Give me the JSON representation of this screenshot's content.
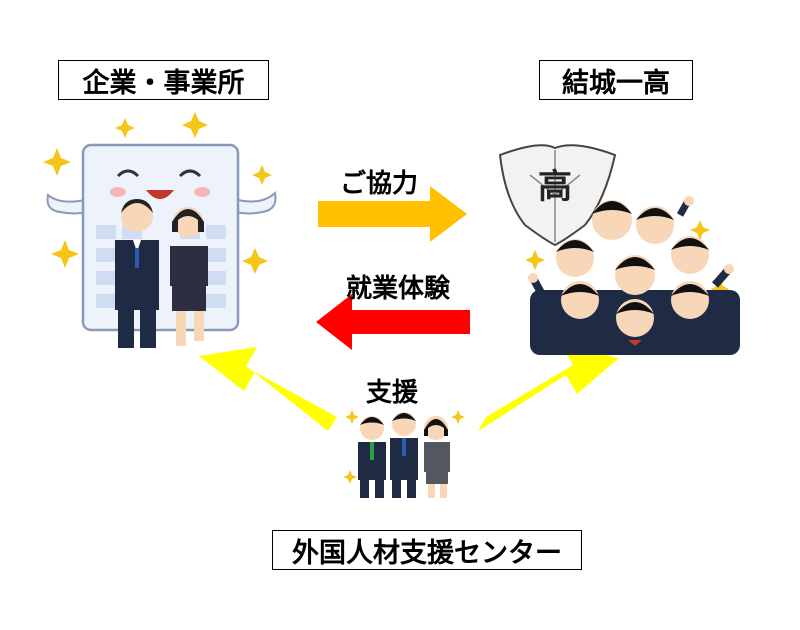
{
  "nodes": {
    "company": "企業・事業所",
    "school": "結城一高",
    "center": "外国人材支援センター"
  },
  "flows": {
    "cooperation": "ご協力",
    "work_experience": "就業体験",
    "support": "支援"
  },
  "school_badge_char": "高",
  "colors": {
    "cooperation_arrow": "#FFC000",
    "work_experience_arrow": "#FF0000",
    "support_arrows": "#FFFF00",
    "suit": "#1f2a44",
    "skin": "#f8d6b8",
    "sparkle": "#F5C518"
  }
}
